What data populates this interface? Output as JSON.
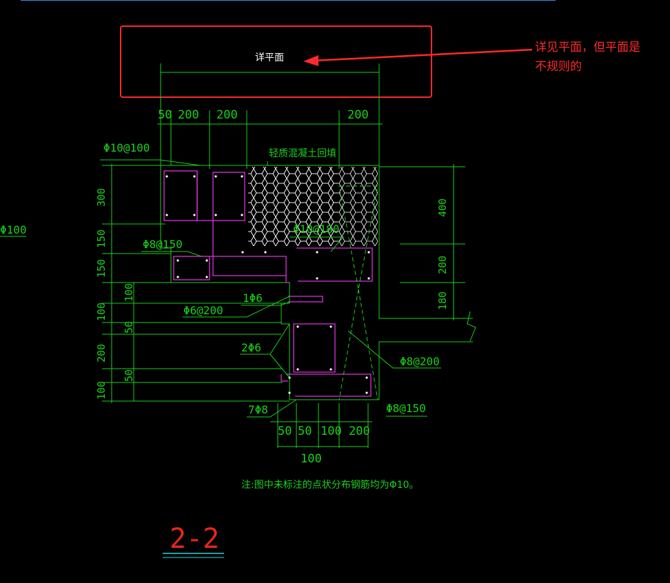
{
  "annotation": {
    "box_label": "详平面",
    "comment_line1": "详见平面，但平面是",
    "comment_line2": "不规则的"
  },
  "top_dims": [
    "50",
    "200",
    "200",
    "200"
  ],
  "bottom_dims": [
    "50",
    "50",
    "100",
    "200",
    "100"
  ],
  "left_dims": [
    "300",
    "150",
    "150",
    "100",
    "100",
    "50",
    "200",
    "50",
    "100"
  ],
  "right_dims": [
    "400",
    "200",
    "180"
  ],
  "rebar_labels": {
    "top_stirrup": "Φ10@100",
    "mid_stirrup": "Φ10@180",
    "left_bar": "Φ8@150",
    "bar_1phi6": "1Φ6",
    "bar_phi6_200": "Φ6@200",
    "bar_2phi6": "2Φ6",
    "bar_phi8_200": "Φ8@200",
    "bar_7phi8": "7Φ8",
    "bar_phi8_150": "Φ8@150",
    "left_edge_partial": "Φ100"
  },
  "fill_label": "轻质混凝土回填",
  "footnote": "注:图中未标注的点状分布钢筋均为Φ10。",
  "section_title": "2-2",
  "colors": {
    "cad_green": "#19d219",
    "rebar_magenta": "#e030e0",
    "markup_red": "#ff2a2a"
  }
}
